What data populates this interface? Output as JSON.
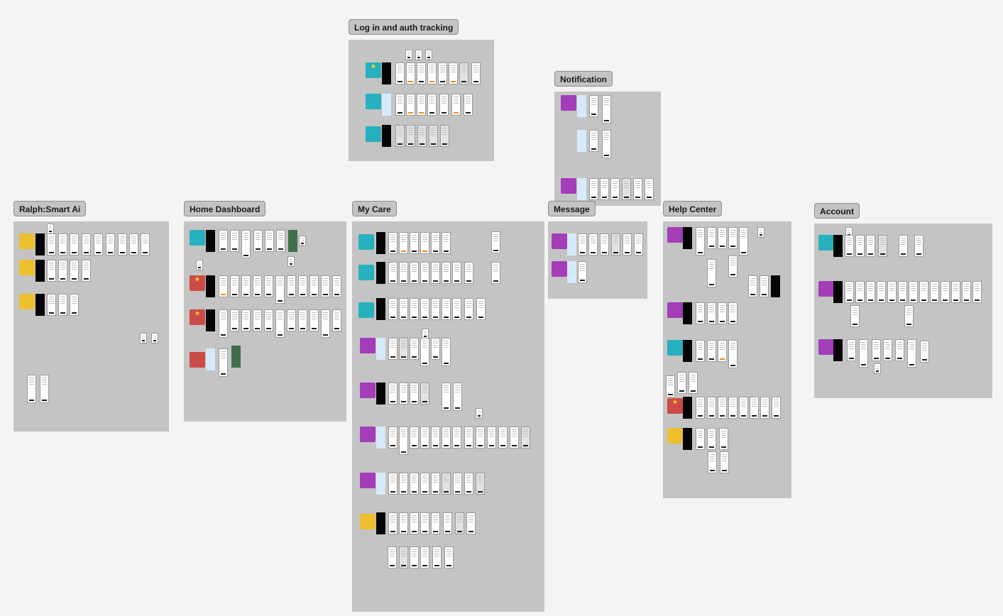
{
  "sections": [
    {
      "id": "login",
      "label": "Log in and auth tracking"
    },
    {
      "id": "notification",
      "label": "Notification"
    },
    {
      "id": "ralph",
      "label": "Ralph:Smart Ai"
    },
    {
      "id": "home",
      "label": "Home Dashboard"
    },
    {
      "id": "mycare",
      "label": "My Care"
    },
    {
      "id": "message",
      "label": "Message"
    },
    {
      "id": "help",
      "label": "Help Center"
    },
    {
      "id": "account",
      "label": "Account"
    }
  ],
  "colors": {
    "section_bg": "#c4c4c4",
    "canvas_bg": "#f4f4f4",
    "teal": "#27b0bd",
    "purple": "#a33db8",
    "yellow": "#eebf2e",
    "red": "#cc4a47",
    "star": "#ffd21e"
  },
  "icons": [
    "star-icon"
  ]
}
